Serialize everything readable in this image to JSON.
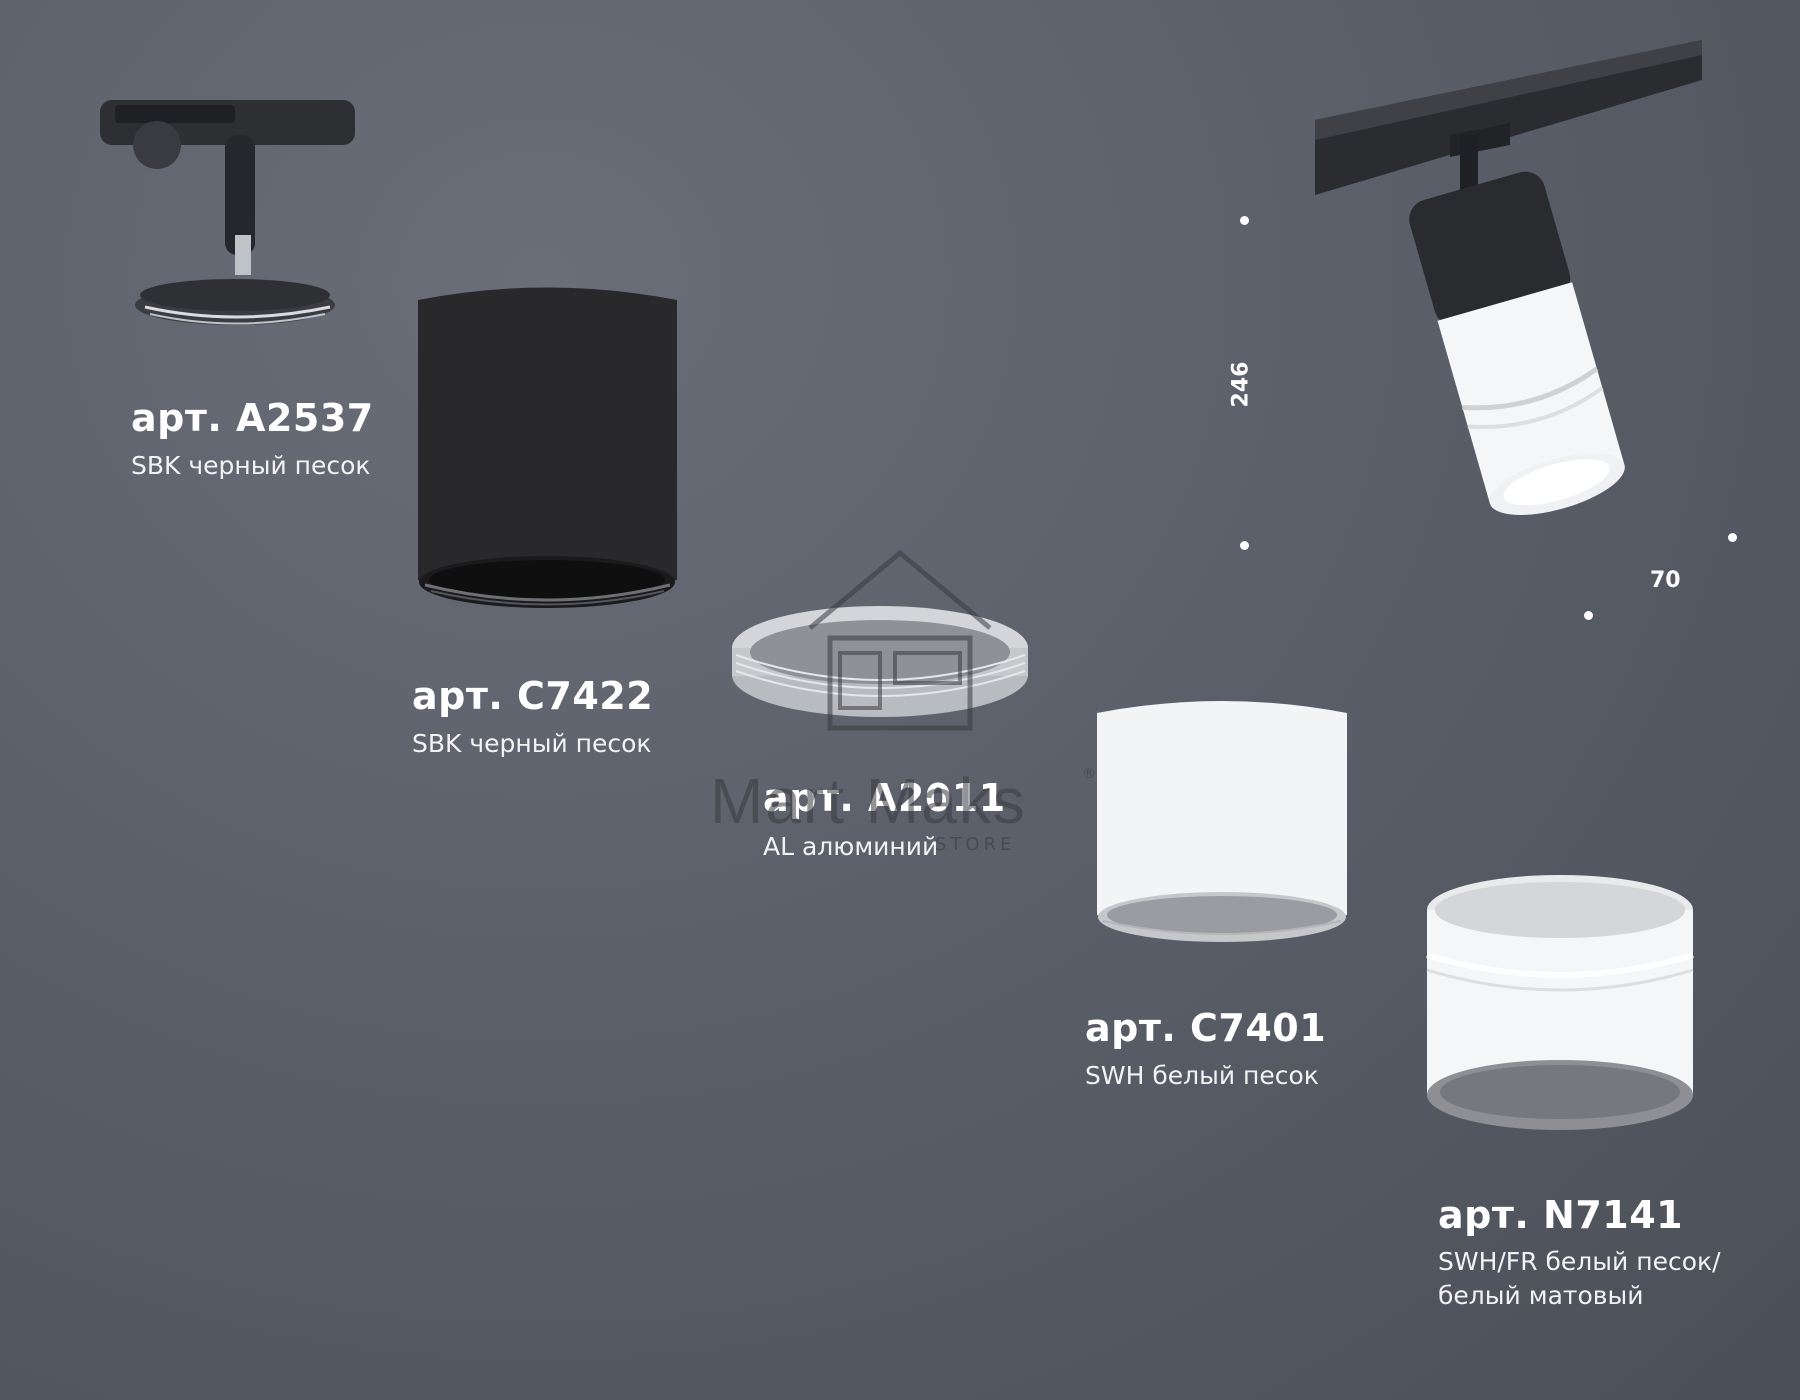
{
  "products": [
    {
      "art": "арт. A2537",
      "finish": "SBK черный песок"
    },
    {
      "art": "арт. C7422",
      "finish": "SBK черный песок"
    },
    {
      "art": "арт. A2011",
      "finish": "AL алюминий"
    },
    {
      "art": "арт. C7401",
      "finish": "SWH белый песок"
    },
    {
      "art": "арт. N7141",
      "finish_line1": "SWH/FR белый песок/",
      "finish_line2": "белый матовый"
    }
  ],
  "dimensions": {
    "height": "246",
    "diameter": "70"
  },
  "watermark": {
    "brand": "Mart Maks",
    "sub": "STORE",
    "reg": "®"
  },
  "colors": {
    "background": "#5d616b",
    "black_finish": "#2a2b2e",
    "white_finish": "#f4f5f7",
    "aluminium": "#c9cbce"
  }
}
